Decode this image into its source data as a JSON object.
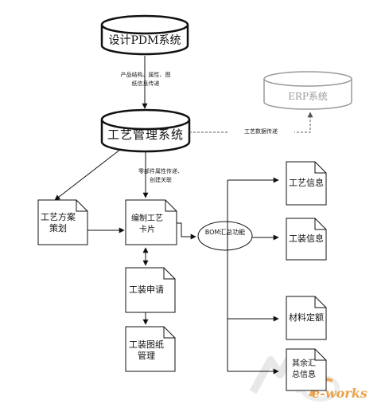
{
  "nodes": {
    "design_pdm": "设计PDM系统",
    "process_mgmt": "工艺管理系统",
    "erp": "ERP系统",
    "process_plan": "工艺方案策划",
    "card": "编制工艺卡片",
    "bom": "BOM汇总功能",
    "tooling_request": "工装申请",
    "tooling_drawing": "工装图纸管理",
    "out_process_info": "工艺信息",
    "out_tooling_info": "工装信息",
    "out_material_quota": "材料定额",
    "out_other_summary": "其余汇总信息"
  },
  "edges": {
    "pdm_to_process": "产品结构、属性、图纸信息传递",
    "process_to_erp": "工艺数据传递",
    "process_to_card": "零部件属性传递、创建关联"
  },
  "watermark": {
    "brand_script": "e-works"
  },
  "colors": {
    "line": "#111111",
    "erp_gray": "#9a9a9a",
    "dashed": "#555555",
    "watermark_gray": "#e3e3e3",
    "watermark_orange": "#e9a24a"
  }
}
